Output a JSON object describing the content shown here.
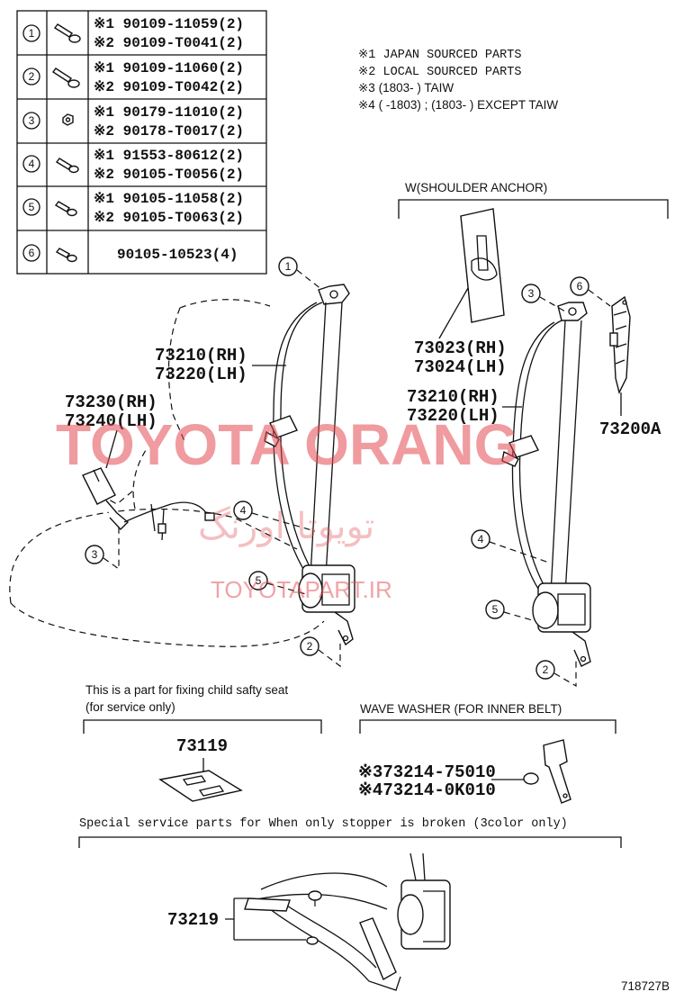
{
  "fastener_table": [
    {
      "num": "1",
      "lines": [
        "※1 90109-11059(2)",
        "※2 90109-T0041(2)"
      ]
    },
    {
      "num": "2",
      "lines": [
        "※1 90109-11060(2)",
        "※2 90109-T0042(2)"
      ]
    },
    {
      "num": "3",
      "lines": [
        "※1 90179-11010(2)",
        "※2 90178-T0017(2)"
      ]
    },
    {
      "num": "4",
      "lines": [
        "※1 91553-80612(2)",
        "※2 90105-T0056(2)"
      ]
    },
    {
      "num": "5",
      "lines": [
        "※1 90105-11058(2)",
        "※2 90105-T0063(2)"
      ]
    },
    {
      "num": "6",
      "lines": [
        "90105-10523(4)"
      ]
    }
  ],
  "notes": [
    "※1 JAPAN SOURCED PARTS",
    "※2 LOCAL SOURCED PARTS",
    "※3 (1803-      ) TAIW",
    "※4 (      -1803) ; (1803-      ) EXCEPT TAIW"
  ],
  "shoulder_anchor_label": "W(SHOULDER ANCHOR)",
  "part_numbers": {
    "belt_left_rh": "73210(RH)",
    "belt_left_lh": "73220(LH)",
    "buckle_rh": "73230(RH)",
    "buckle_lh": "73240(LH)",
    "cover_rh": "73023(RH)",
    "cover_lh": "73024(LH)",
    "belt_right_rh": "73210(RH)",
    "belt_right_lh": "73220(LH)",
    "anchor_adjuster": "73200A",
    "child_seat_part": "73119",
    "washer_1": "※373214-75010",
    "washer_2": "※473214-0K010",
    "stopper_part": "73219"
  },
  "child_seat_note": [
    "This is a part for fixing child safty seat",
    "(for service only)"
  ],
  "wave_washer_label": "WAVE WASHER (FOR INNER BELT)",
  "stopper_note": "Special  service  parts  for  When  only  stopper  is  broken  (3color  only)",
  "callouts": {
    "c1": "1",
    "c2": "2",
    "c3": "3",
    "c4": "4",
    "c5": "5",
    "c6": "6"
  },
  "diagram_id": "718727B",
  "watermark": {
    "main": "TOYOTA ORANG",
    "persian": "تویوتا اورنگ",
    "site": "TOYOTAPART.IR"
  }
}
